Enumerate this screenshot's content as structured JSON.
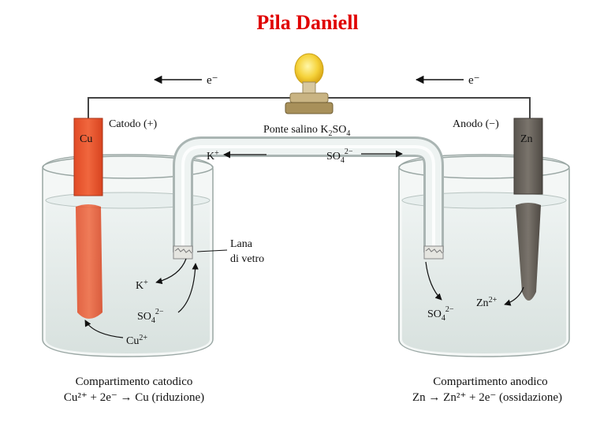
{
  "title": "Pila Daniell",
  "colors": {
    "title": "#e00000",
    "copper": "#e2552f",
    "zinc": "#6b655e",
    "solution": "#dfe8e6"
  },
  "electron_left": "e⁻",
  "electron_right": "e⁻",
  "cathode": {
    "label": "Catodo (+)",
    "electrode": "Cu"
  },
  "anode": {
    "label": "Anodo (−)",
    "electrode": "Zn"
  },
  "salt_bridge": {
    "label_prefix": "Ponte salino K",
    "sub1": "2",
    "label_mid": "SO",
    "sub2": "4"
  },
  "bridge_ions": {
    "k": "K",
    "k_charge": "+",
    "so4": "SO",
    "so4_sub": "4",
    "so4_charge": "2−"
  },
  "glass_wool": {
    "line1": "Lana",
    "line2": "di vetro"
  },
  "left_ions": {
    "k": "K",
    "k_charge": "+",
    "so4": "SO",
    "so4_sub": "4",
    "so4_charge": "2−",
    "cu": "Cu",
    "cu_charge": "2+"
  },
  "right_ions": {
    "so4": "SO",
    "so4_sub": "4",
    "so4_charge": "2−",
    "zn": "Zn",
    "zn_charge": "2+"
  },
  "cathode_compartment": {
    "title": "Compartimento catodico",
    "reaction": "Cu²⁺ + 2e⁻ → Cu (riduzione)"
  },
  "anode_compartment": {
    "title": "Compartimento anodico",
    "reaction": "Zn → Zn²⁺ + 2e⁻ (ossidazione)"
  }
}
